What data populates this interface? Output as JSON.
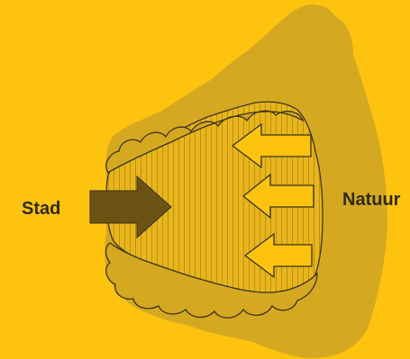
{
  "labels": {
    "left": "Stad",
    "right": "Natuur"
  },
  "colors": {
    "background": "#FDC30F",
    "nature_mass": "#D5A821",
    "funnel_interior": "#E8B51A",
    "inner_arrows": "#FDC30F",
    "city_arrow": "#6B5314",
    "outline": "#3a3218"
  },
  "arrows": {
    "city_arrow_count": 1,
    "nature_arrow_count": 3
  }
}
